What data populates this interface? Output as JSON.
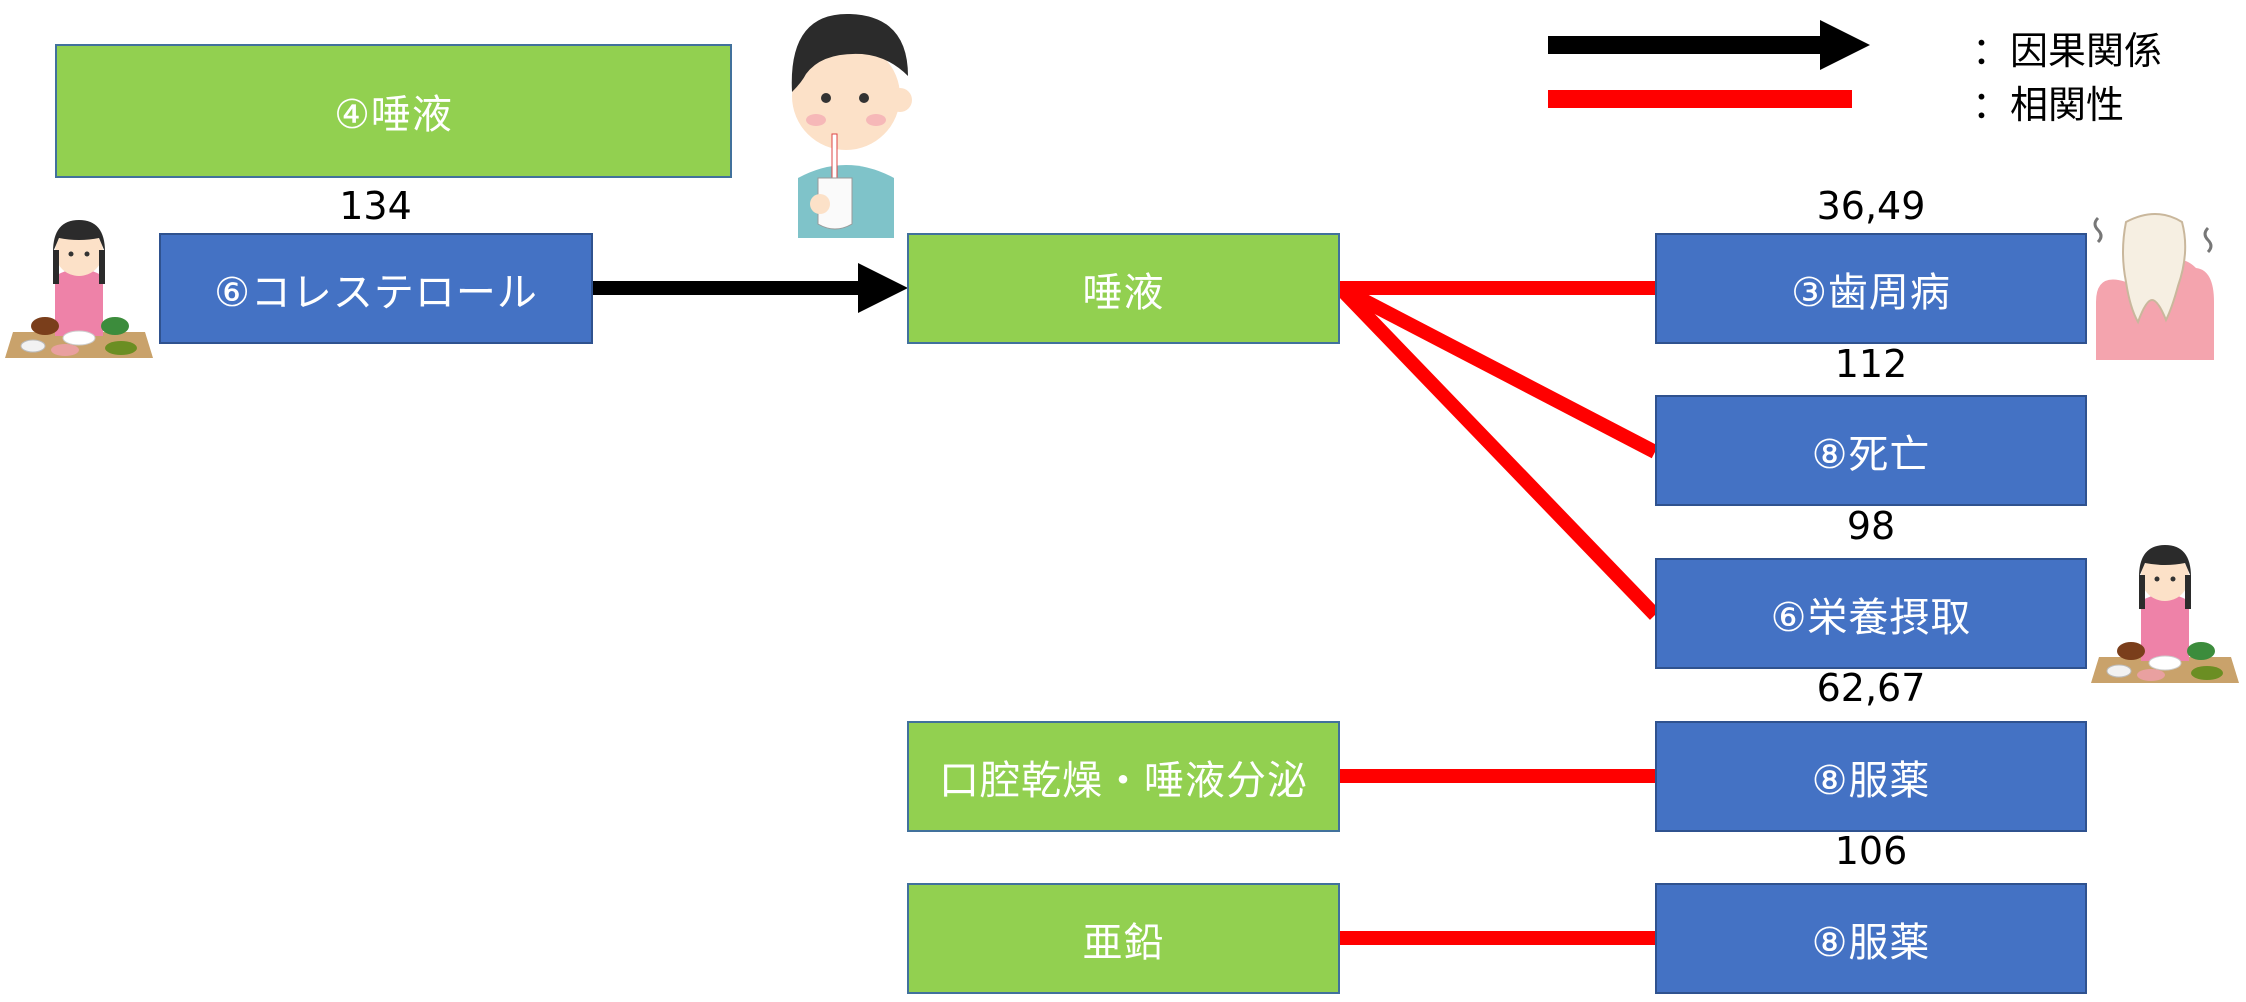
{
  "legend": {
    "causal_label": "：因果関係",
    "correlation_label": "：相関性",
    "causal_color": "#000000",
    "correlation_color": "#FF0000"
  },
  "header_box": {
    "label": "④唾液"
  },
  "left_node": {
    "label": "⑥コレステロール",
    "ref": "134"
  },
  "center_nodes": {
    "saliva": "唾液",
    "dry_mouth": "口腔乾燥・唾液分泌",
    "zinc": "亜鉛"
  },
  "right_nodes": [
    {
      "label": "③歯周病",
      "ref": "36,49"
    },
    {
      "label": "⑧死亡",
      "ref": "112"
    },
    {
      "label": "⑥栄養摂取",
      "ref": "98"
    },
    {
      "label": "⑧服薬",
      "ref": "62,67"
    },
    {
      "label": "⑧服薬",
      "ref": "106"
    }
  ],
  "illustrations": [
    "eating-woman-icon",
    "saliva-test-man-icon",
    "periodontal-tooth-icon",
    "eating-woman-icon"
  ]
}
